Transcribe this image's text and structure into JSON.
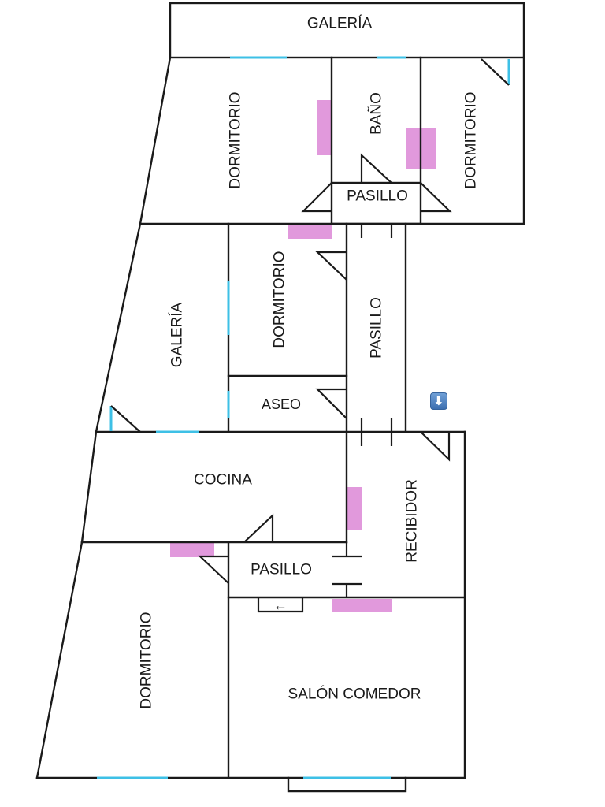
{
  "plan": {
    "colors": {
      "wall": "#1a1a1a",
      "window": "#3ec0e6",
      "furniture": "#e199dc",
      "background": "#ffffff"
    },
    "rooms": {
      "galeria_top": "GALERÍA",
      "dormitorio_1": "DORMITORIO",
      "bano": "BAÑO",
      "dormitorio_2": "DORMITORIO",
      "pasillo_top": "PASILLO",
      "galeria_left": "GALERÍA",
      "dormitorio_3": "DORMITORIO",
      "pasillo_mid": "PASILLO",
      "aseo": "ASEO",
      "cocina": "COCINA",
      "recibidor": "RECIBIDOR",
      "pasillo_low": "PASILLO",
      "dormitorio_4": "DORMITORIO",
      "salon": "SALÓN COMEDOR"
    },
    "symbols": {
      "entrance_arrow": "←",
      "nav_icon": "arrow-down-button",
      "nav_glyph": "⬇"
    }
  }
}
